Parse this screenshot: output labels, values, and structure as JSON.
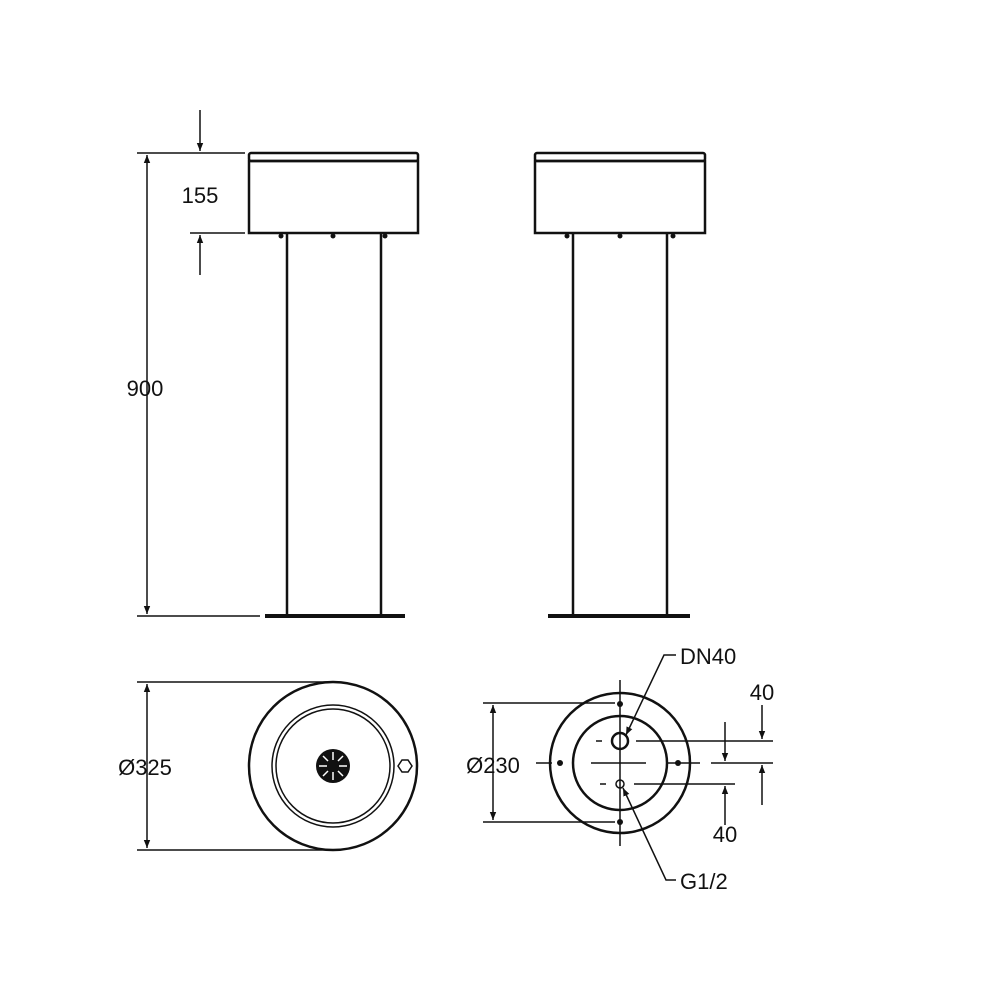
{
  "dimensions": {
    "total_height": "900",
    "basin_height": "155",
    "basin_diameter": "Ø325",
    "base_diameter": "Ø230",
    "offset_top": "40",
    "offset_bottom": "40"
  },
  "labels": {
    "drain": "DN40",
    "supply": "G1/2"
  },
  "colors": {
    "line": "#111111",
    "background": "#ffffff"
  }
}
